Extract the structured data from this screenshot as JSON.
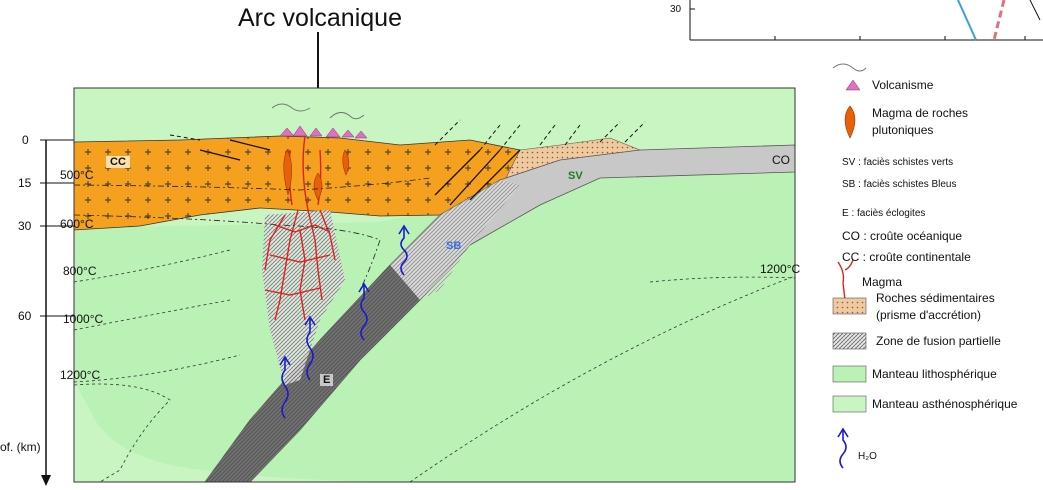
{
  "title": "Arc volcanique",
  "depth_axis": {
    "ticks": [
      "0",
      "15",
      "30",
      "60"
    ],
    "label": "of. (km)"
  },
  "isotherms": [
    "500°C",
    "600°C",
    "800°C",
    "1000°C",
    "1200°C",
    "1200°C"
  ],
  "section_labels": {
    "cc": "CC",
    "co": "CO",
    "sv": "SV",
    "sb": "SB",
    "e": "E"
  },
  "corner_tick": "30",
  "colors": {
    "continental_crust": "#f5a01e",
    "mantle_litho": "#b9f2b4",
    "mantle_astheno": "#c9f5c2",
    "oceanic_crust": "#c8c8c8",
    "magma": "#e02020",
    "water": "#1a1ad0",
    "sv_label": "#1f7a1f",
    "sb_label": "#3a6fe0"
  },
  "legend": {
    "volcanism": "Volcanisme",
    "pluton_1": "Magma de roches",
    "pluton_2": "plutoniques",
    "sv": "SV : faciès schistes verts",
    "sb": "SB : faciès schistes Bleus",
    "e": "E : faciès éclogites",
    "co": "CO : croûte océanique",
    "cc": "CC : croûte continentale",
    "magma": "Magma",
    "sediments_1": "Roches sédimentaires",
    "sediments_2": "(prisme d'accrétion)",
    "fusion": "Zone de fusion partielle",
    "litho": "Manteau lithosphérique",
    "astheno": "Manteau asthénosphérique",
    "h2o": "H₂O"
  }
}
